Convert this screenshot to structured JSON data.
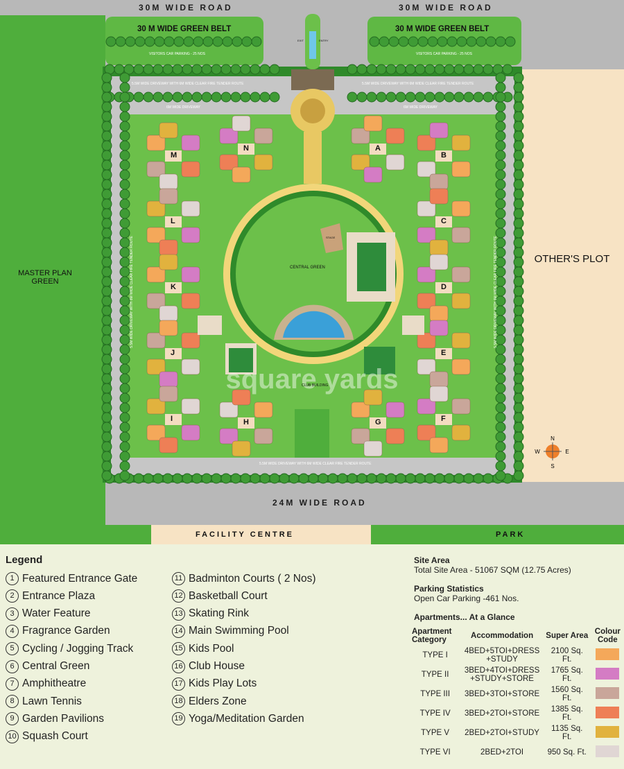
{
  "roads": {
    "top_left": "30M WIDE ROAD",
    "top_right": "30M WIDE ROAD",
    "bottom": "24M WIDE ROAD",
    "green_belt_left": "30 M WIDE GREEN BELT",
    "green_belt_right": "30 M WIDE GREEN BELT",
    "visitors_parking_left": "VISITORS CAR PARKING - 25 NOS",
    "visitors_parking_right": "VISITORS CAR PARKING - 25 NOS",
    "driveway_top_left": "5.5M WIDE DRIVEWAY WITH 6M WIDE CLEAR FIRE TENDER ROUTE",
    "driveway_top_right": "5.5M WIDE DRIVEWAY WITH 6M WIDE CLEAR FIRE TENDER ROUTE",
    "driveway_bottom": "5.5M WIDE DRIVEWAY WITH 6M WIDE CLEAR FIRE TENDER ROUTE",
    "driveway_left": "5.5M WIDE DRIVEWAY WITH 6M WIDE CLEAR FIRE TENDER ROUTE",
    "driveway_right": "5.5M WIDE DRIVEWAY WITH 6M WIDE CLEAR FIRE TENDER ROUTE",
    "inner_left": "6M WIDE DRIVEWAY",
    "inner_right": "6M WIDE DRIVEWAY",
    "exit": "EXIT",
    "entry": "ENTRY"
  },
  "areas": {
    "master_plan_green": "MASTER PLAN GREEN",
    "others_plot": "OTHER'S PLOT",
    "facility_centre": "FACILITY CENTRE",
    "park": "PARK",
    "central_green": "CENTRAL GREEN",
    "stage": "STAGE",
    "club_building": "CLUB BUILDING"
  },
  "blocks": [
    "M",
    "N",
    "A",
    "B",
    "L",
    "C",
    "K",
    "D",
    "J",
    "E",
    "I",
    "H",
    "G",
    "F"
  ],
  "compass": {
    "n": "N",
    "s": "S",
    "e": "E",
    "w": "W"
  },
  "watermark": "square yards",
  "legend": {
    "title": "Legend",
    "items": [
      {
        "n": "1",
        "label": "Featured Entrance Gate"
      },
      {
        "n": "2",
        "label": "Entrance Plaza"
      },
      {
        "n": "3",
        "label": "Water Feature"
      },
      {
        "n": "4",
        "label": "Fragrance Garden"
      },
      {
        "n": "5",
        "label": "Cycling / Jogging Track"
      },
      {
        "n": "6",
        "label": "Central Green"
      },
      {
        "n": "7",
        "label": "Amphitheatre"
      },
      {
        "n": "8",
        "label": "Lawn Tennis"
      },
      {
        "n": "9",
        "label": "Garden Pavilions"
      },
      {
        "n": "10",
        "label": "Squash Court"
      },
      {
        "n": "11",
        "label": "Badminton Courts ( 2 Nos)"
      },
      {
        "n": "12",
        "label": "Basketball Court"
      },
      {
        "n": "13",
        "label": "Skating Rink"
      },
      {
        "n": "14",
        "label": "Main Swimming Pool"
      },
      {
        "n": "15",
        "label": "Kids Pool"
      },
      {
        "n": "16",
        "label": "Club House"
      },
      {
        "n": "17",
        "label": "Kids Play Lots"
      },
      {
        "n": "18",
        "label": "Elders Zone"
      },
      {
        "n": "19",
        "label": "Yoga/Meditation Garden"
      }
    ]
  },
  "site_area": {
    "title": "Site Area",
    "text": "Total Site Area - 51067 SQM (12.75 Acres)"
  },
  "parking": {
    "title": "Parking Statistics",
    "text": "Open Car Parking -461 Nos."
  },
  "apartments": {
    "title": "Apartments... At a Glance",
    "headers": [
      "Apartment Category",
      "Accommodation",
      "Super Area",
      "Colour Code"
    ],
    "rows": [
      {
        "type": "TYPE I",
        "acc": "4BED+5TOI+DRESS +STUDY",
        "area": "2100 Sq. Ft.",
        "color": "#f4a85a"
      },
      {
        "type": "TYPE II",
        "acc": "3BED+4TOI+DRESS +STUDY+STORE",
        "area": "1765 Sq. Ft.",
        "color": "#d47cc4"
      },
      {
        "type": "TYPE III",
        "acc": "3BED+3TOI+STORE",
        "area": "1560 Sq. Ft.",
        "color": "#c9a69a"
      },
      {
        "type": "TYPE IV",
        "acc": "3BED+2TOI+STORE",
        "area": "1385 Sq. Ft.",
        "color": "#ee7f56"
      },
      {
        "type": "TYPE V",
        "acc": "2BED+2TOI+STUDY",
        "area": "1135 Sq. Ft.",
        "color": "#e1b23e"
      },
      {
        "type": "TYPE VI",
        "acc": "2BED+2TOI",
        "area": "950 Sq. Ft.",
        "color": "#e0d6d4"
      }
    ]
  }
}
